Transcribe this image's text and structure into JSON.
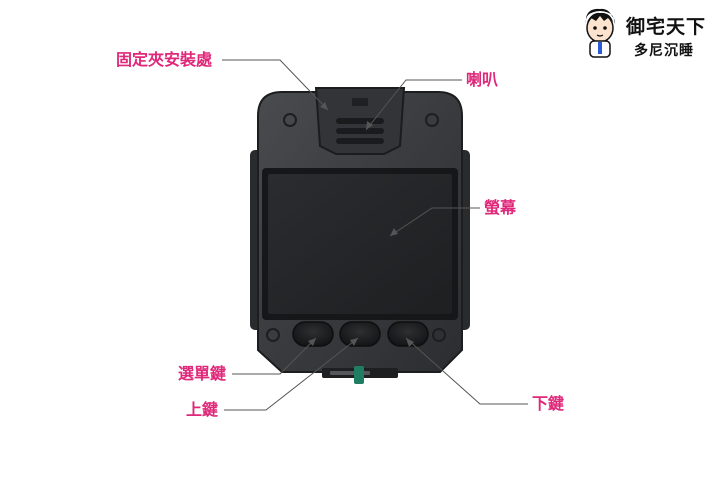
{
  "brand": {
    "line1": "御宅天下",
    "line2": "多尼沉睡"
  },
  "callouts": {
    "clip_mount": "固定夾安裝處",
    "speaker": "喇叭",
    "screen": "螢幕",
    "menu_key": "選單鍵",
    "up_key": "上鍵",
    "down_key": "下鍵"
  },
  "colors": {
    "callout": "#e0287a",
    "device_body": "#3a3b3d",
    "screen": "#232426"
  }
}
